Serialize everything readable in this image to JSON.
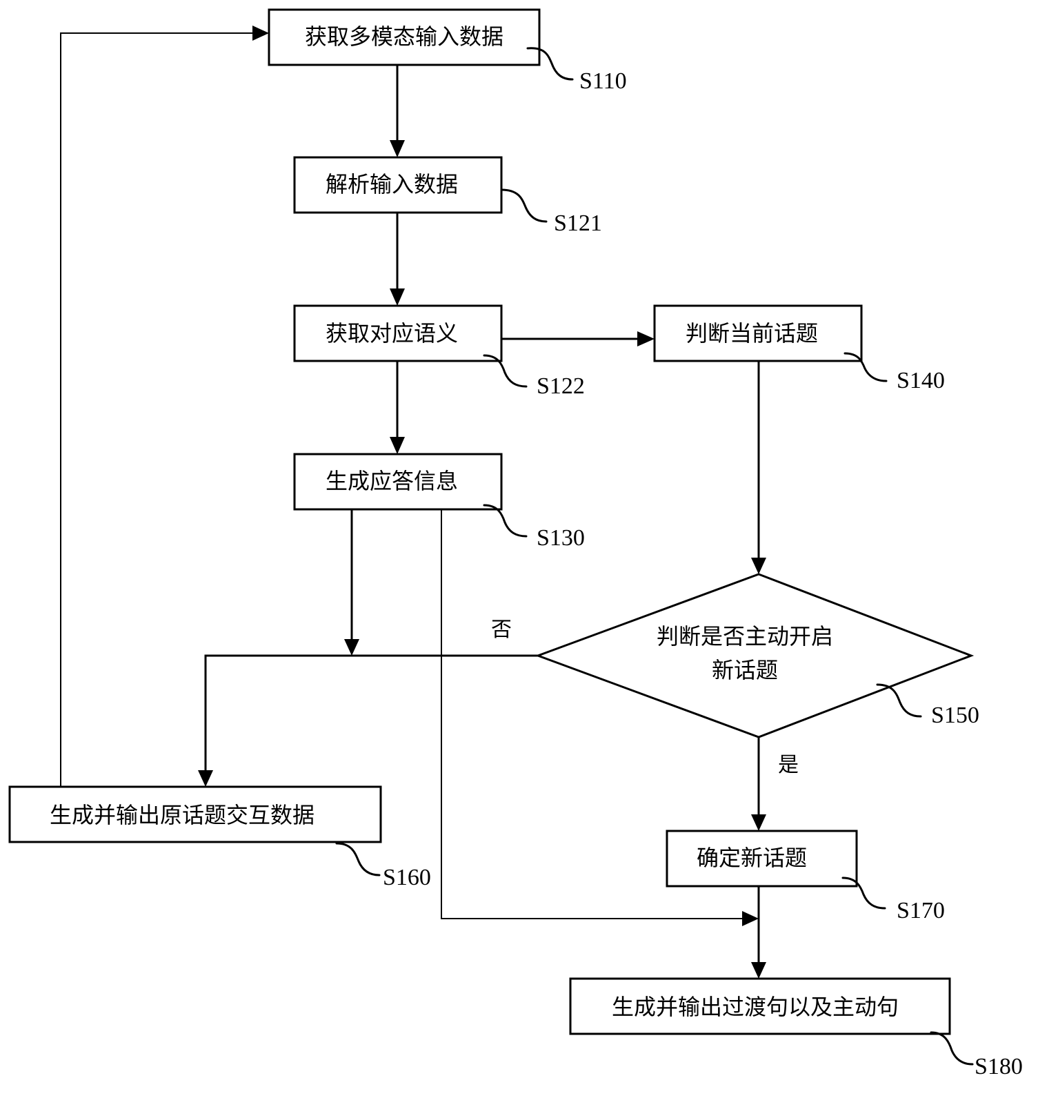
{
  "nodes": {
    "s110": {
      "label": "获取多模态输入数据",
      "step": "S110"
    },
    "s121": {
      "label": "解析输入数据",
      "step": "S121"
    },
    "s122": {
      "label": "获取对应语义",
      "step": "S122"
    },
    "s130": {
      "label": "生成应答信息",
      "step": "S130"
    },
    "s140": {
      "label": "判断当前话题",
      "step": "S140"
    },
    "s150": {
      "label_line1": "判断是否主动开启",
      "label_line2": "新话题",
      "step": "S150"
    },
    "s160": {
      "label": "生成并输出原话题交互数据",
      "step": "S160"
    },
    "s170": {
      "label": "确定新话题",
      "step": "S170"
    },
    "s180": {
      "label": "生成并输出过渡句以及主动句",
      "step": "S180"
    }
  },
  "branches": {
    "no": "否",
    "yes": "是"
  },
  "edges": [
    {
      "from": "S110",
      "to": "S121"
    },
    {
      "from": "S121",
      "to": "S122"
    },
    {
      "from": "S122",
      "to": "S130"
    },
    {
      "from": "S122",
      "to": "S140"
    },
    {
      "from": "S140",
      "to": "S150"
    },
    {
      "from": "S150",
      "to": "S160",
      "label": "否"
    },
    {
      "from": "S130",
      "to": "S160"
    },
    {
      "from": "S150",
      "to": "S170",
      "label": "是"
    },
    {
      "from": "S170",
      "to": "S180"
    },
    {
      "from": "S130",
      "to": "S180"
    },
    {
      "from": "S160",
      "to": "S110"
    }
  ]
}
